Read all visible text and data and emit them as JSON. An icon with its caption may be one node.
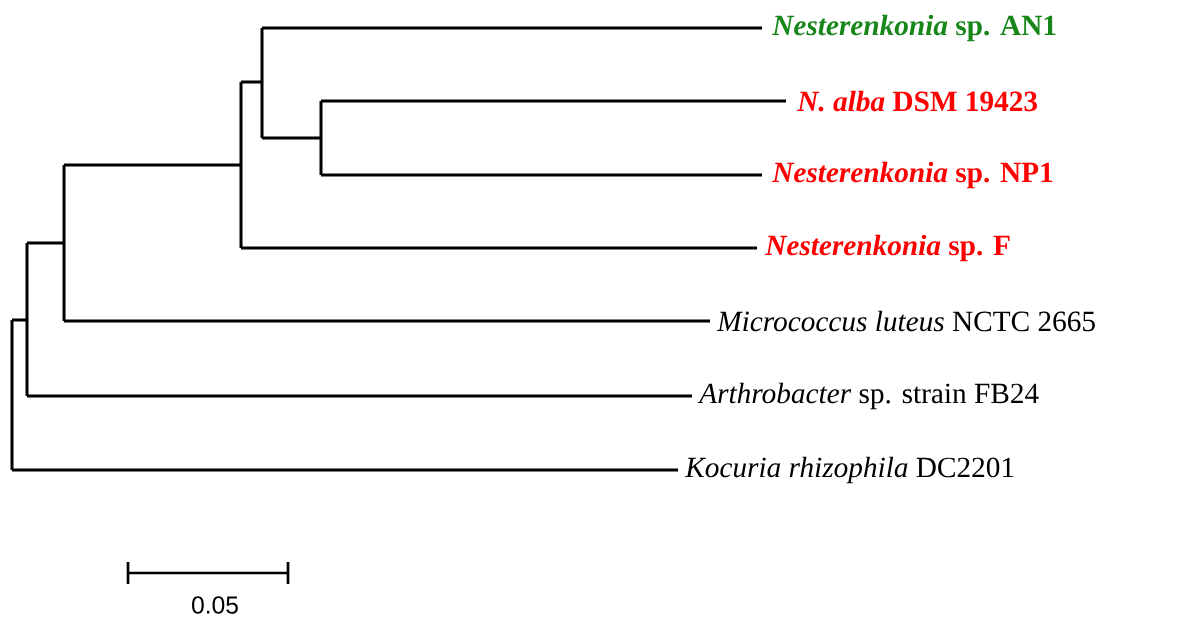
{
  "diagram": {
    "nodes": [
      {
        "text": [
          "*Nesterenkonia* sp. AN1"
        ]
      },
      {
        "text": [
          "*N. alba* DSM 19423"
        ]
      },
      {
        "text": [
          "*Nesterenkonia* sp. NP1"
        ]
      },
      {
        "text": [
          "*Nesterenkonia* sp. F"
        ]
      },
      {
        "text": [
          "*Micrococcus luteus* NCTC 2665"
        ]
      },
      {
        "text": [
          "*Arthrobacter* sp. strain FB24"
        ]
      },
      {
        "text": [
          "*Kocuria rhizophila* DC2201"
        ]
      }
    ],
    "labels": [
      "0.05"
    ]
  }
}
